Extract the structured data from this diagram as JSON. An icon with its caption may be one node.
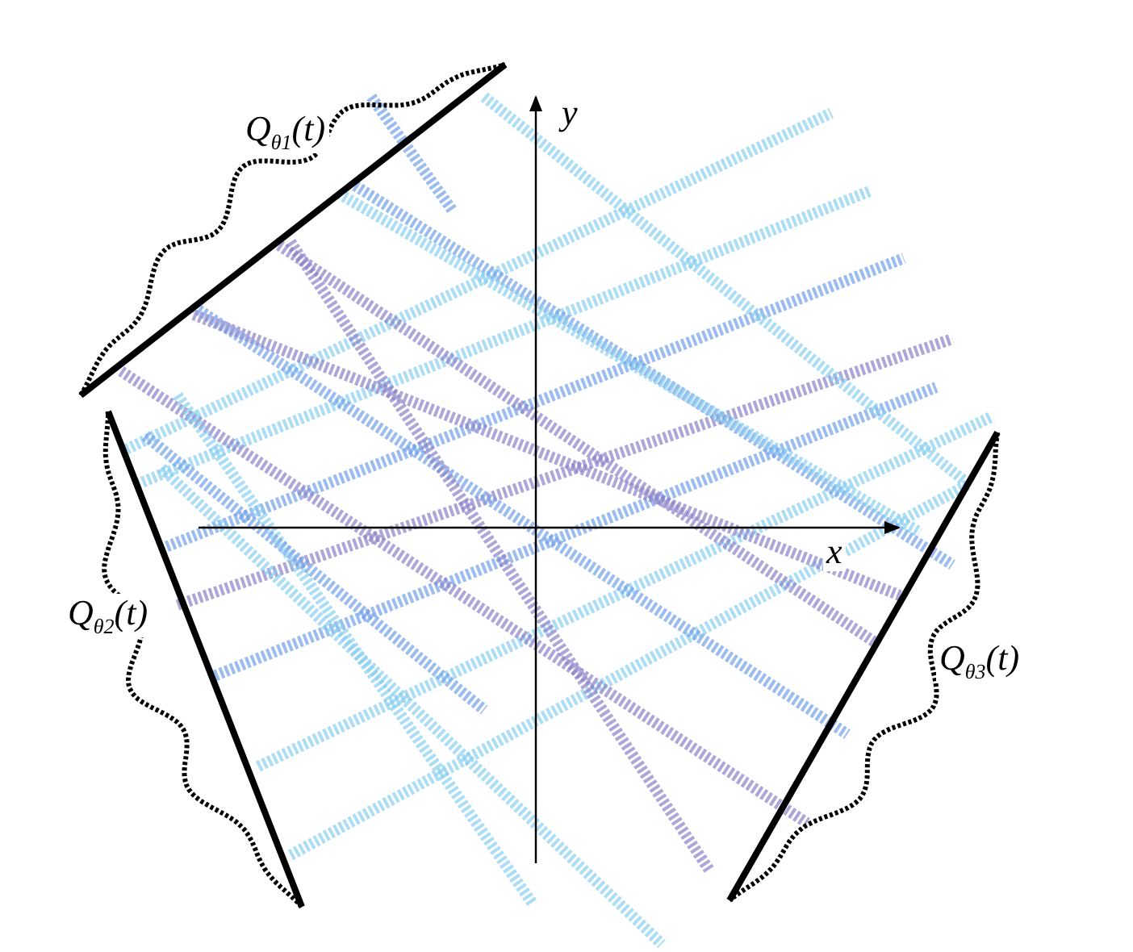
{
  "diagram": {
    "labels": [
      "Q$_{θ1}$(t)",
      "y",
      "Q$_{θ2}$(t)",
      "x",
      "Q$_{θ3}$(t)"
    ]
  }
}
